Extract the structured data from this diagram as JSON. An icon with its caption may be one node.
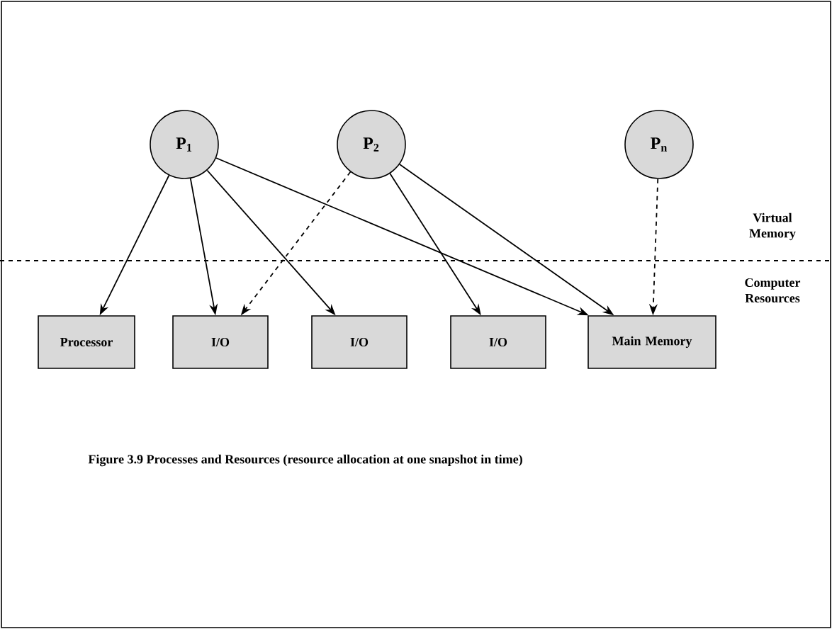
{
  "diagram": {
    "caption": "Figure 3.9 Processes and Resources (resource allocation at one snapshot in time)",
    "nodes": [
      {
        "text": [
          "P$_{1}$"
        ]
      },
      {
        "text": [
          "P$_{2}$"
        ]
      },
      {
        "text": [
          "P$_{n}$"
        ]
      },
      {
        "text": [
          "Processor"
        ]
      },
      {
        "text": [
          "I/O"
        ]
      },
      {
        "text": [
          "I/O"
        ]
      },
      {
        "text": [
          "I/O"
        ]
      },
      {
        "text": [
          "Main Memory"
        ]
      }
    ],
    "edges": [
      {
        "from": 0,
        "to": 3,
        "arrow": "to"
      },
      {
        "from": 0,
        "to": 4,
        "arrow": "to"
      },
      {
        "from": 0,
        "to": 5,
        "arrow": "to"
      },
      {
        "from": 0,
        "to": 7,
        "arrow": "to"
      },
      {
        "from": 1,
        "to": 4,
        "arrow": "to",
        "style": "dashed"
      },
      {
        "from": 1,
        "to": 6,
        "arrow": "to"
      },
      {
        "from": 1,
        "to": 7,
        "arrow": "to"
      },
      {
        "from": 2,
        "to": 7,
        "arrow": "to",
        "style": "dashed"
      }
    ],
    "labels": [
      "Virtual Memory",
      "Computer Resources"
    ]
  }
}
